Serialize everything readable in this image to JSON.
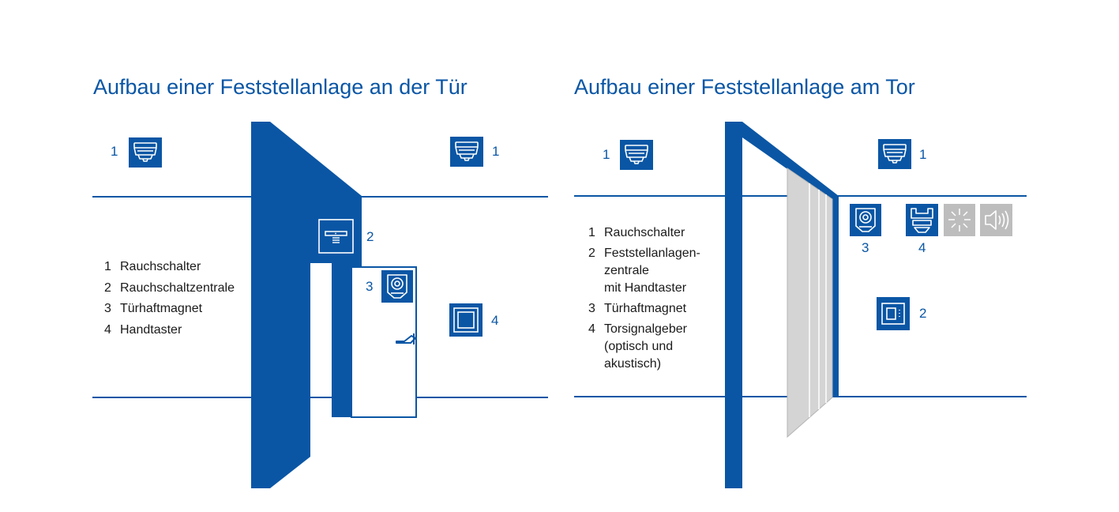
{
  "titles": {
    "door": "Aufbau einer Feststellanlage an der Tür",
    "gate": "Aufbau einer Feststellanlage am Tor"
  },
  "colors": {
    "brand_blue": "#0a56a5",
    "gate_grey": "#d4d4d4",
    "signal_grey": "#bdbdbd"
  },
  "door_diagram": {
    "labels": {
      "smoke_left": "1",
      "smoke_right": "1",
      "control_unit": "2",
      "magnet": "3",
      "hand_button": "4"
    },
    "legend": [
      {
        "n": "1",
        "text": "Rauchschalter"
      },
      {
        "n": "2",
        "text": "Rauchschaltzentrale"
      },
      {
        "n": "3",
        "text": "Türhaftmagnet"
      },
      {
        "n": "4",
        "text": "Handtaster"
      }
    ]
  },
  "gate_diagram": {
    "labels": {
      "smoke_left": "1",
      "smoke_right": "1",
      "magnet": "3",
      "signal": "4",
      "control_unit": "2"
    },
    "legend": [
      {
        "n": "1",
        "text": "Rauchschalter"
      },
      {
        "n": "2",
        "text": "Feststellanlagen-\nzentrale\nmit Handtaster"
      },
      {
        "n": "3",
        "text": "Türhaftmagnet"
      },
      {
        "n": "4",
        "text": "Torsignalgeber\n(optisch und\nakustisch)"
      }
    ]
  },
  "icons": {
    "smoke_detector": "smoke-detector-icon",
    "control_panel": "control-panel-icon",
    "door_magnet": "door-magnet-icon",
    "hand_button": "hand-button-icon",
    "signal_light": "flash-light-icon",
    "signal_sound": "speaker-icon"
  }
}
